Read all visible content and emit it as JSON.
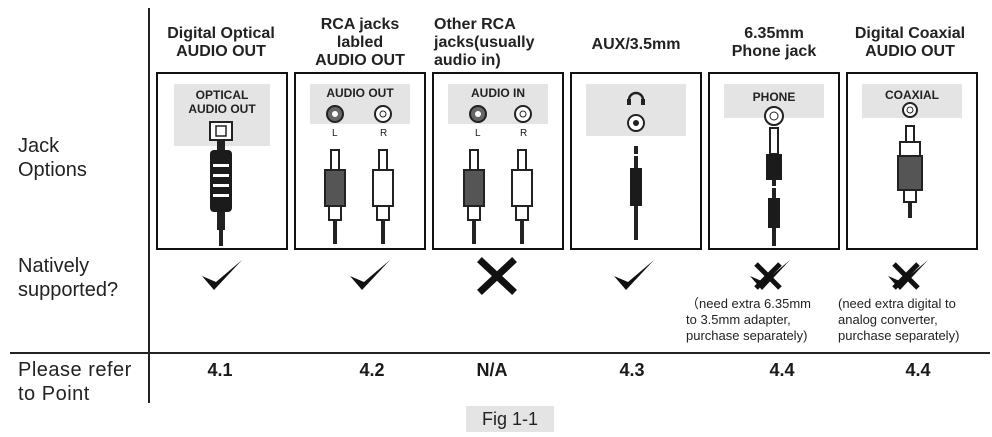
{
  "rows": {
    "jack_options": "Jack\nOptions",
    "natively_supported": "Natively\nsupported?",
    "refer": "Please refer\nto Point"
  },
  "columns": [
    {
      "heading": "Digital Optical\nAUDIO OUT",
      "panel_label": "OPTICAL\nAUDIO OUT",
      "support": "yes",
      "point": "4.1",
      "note": ""
    },
    {
      "heading": "RCA jacks\nlabled\nAUDIO OUT",
      "panel_label": "AUDIO OUT",
      "jack_l": "L",
      "jack_r": "R",
      "support": "yes",
      "point": "4.2",
      "note": ""
    },
    {
      "heading": "Other RCA\njacks(usually\naudio in)",
      "panel_label": "AUDIO IN",
      "jack_l": "L",
      "jack_r": "R",
      "support": "no",
      "point": "N/A",
      "note": ""
    },
    {
      "heading": "AUX/3.5mm",
      "panel_label": "",
      "support": "yes",
      "point": "4.3",
      "note": ""
    },
    {
      "heading": "6.35mm\nPhone jack",
      "panel_label": "PHONE",
      "support": "partial",
      "point": "4.4",
      "note": "（need extra 6.35mm\nto 3.5mm adapter,\npurchase separately)"
    },
    {
      "heading": "Digital Coaxial\nAUDIO OUT",
      "panel_label": "COAXIAL",
      "support": "partial",
      "point": "4.4",
      "note": "(need extra digital to\nanalog converter,\npurchase separately)"
    }
  ],
  "caption": "Fig 1-1",
  "icons": [
    "headphones-icon",
    "checkmark-icon",
    "cross-icon",
    "check-cross-icon"
  ]
}
